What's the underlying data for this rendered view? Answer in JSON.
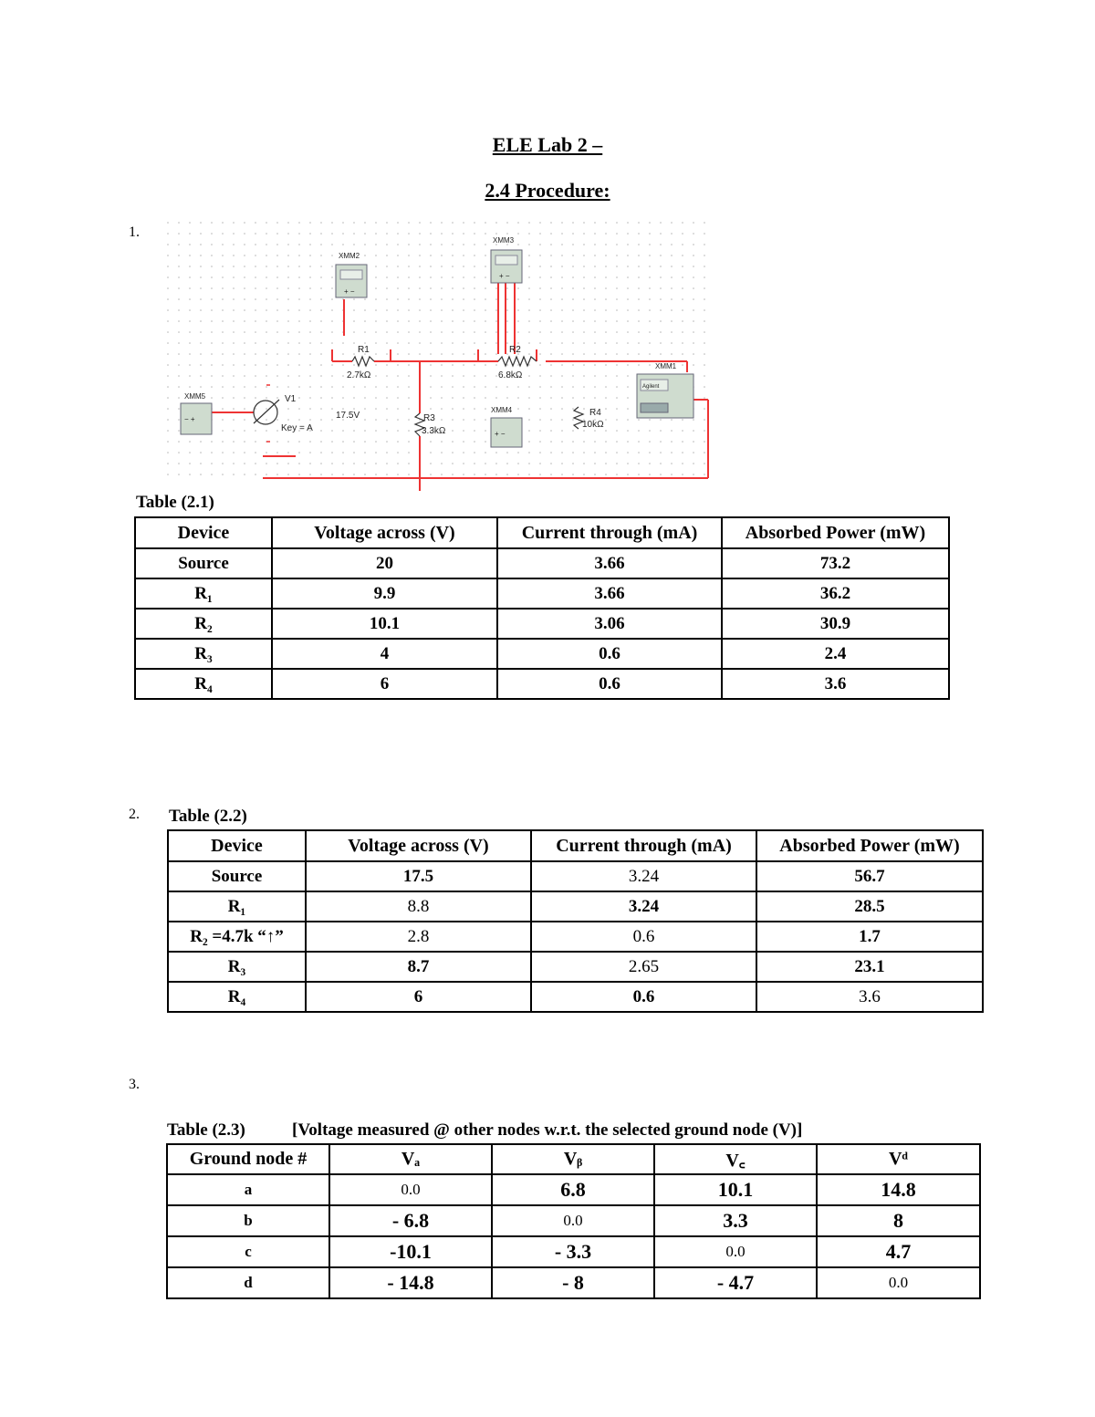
{
  "header": {
    "title": "ELE Lab 2 –",
    "subtitle": "2.4 Procedure:"
  },
  "steps": {
    "one": "1.",
    "two": "2.",
    "three": "3."
  },
  "circuit": {
    "xmm2": "XMM2",
    "xmm3": "XMM3",
    "xmm4": "XMM4",
    "xmm5": "XMM5",
    "xmm1": "XMM1",
    "r1_name": "R1",
    "r1_val": "2.7kΩ",
    "r2_name": "R2",
    "r2_val": "6.8kΩ",
    "r3_name": "R3",
    "r3_val": "3.3kΩ",
    "r4_name": "R4",
    "r4_val": "10kΩ",
    "v1_name": "V1",
    "v1_key": "Key = A",
    "v1_val": "17.5V",
    "agilent": "Agilent"
  },
  "table1": {
    "caption": "Table (2.1)",
    "headers": [
      "Device",
      "Voltage across (V)",
      "Current through (mA)",
      "Absorbed Power (mW)"
    ],
    "rows": [
      [
        "Source",
        "20",
        "3.66",
        "73.2"
      ],
      [
        "R₁",
        "9.9",
        "3.66",
        "36.2"
      ],
      [
        "R₂",
        "10.1",
        "3.06",
        "30.9"
      ],
      [
        "R₃",
        "4",
        "0.6",
        "2.4"
      ],
      [
        "R₄",
        "6",
        "0.6",
        "3.6"
      ]
    ]
  },
  "table2": {
    "caption": "Table (2.2)",
    "headers": [
      "Device",
      "Voltage across (V)",
      "Current through (mA)",
      "Absorbed Power (mW)"
    ],
    "rows": [
      [
        "Source",
        "17.5",
        "3.24",
        "56.7"
      ],
      [
        "R₁",
        "8.8",
        "3.24",
        "28.5"
      ],
      [
        "R₂ =4.7k “↑”",
        "2.8",
        "0.6",
        "1.7"
      ],
      [
        "R₃",
        "8.7",
        "2.65",
        "23.1"
      ],
      [
        "R₄",
        "6",
        "0.6",
        "3.6"
      ]
    ]
  },
  "table3": {
    "caption": "Table (2.3)",
    "note": "[Voltage measured @ other nodes w.r.t. the selected ground node (V)]",
    "headers": [
      "Ground node #",
      "Vₐ",
      "Vᵦ",
      "V꜀",
      "Vᵈ"
    ],
    "rows": [
      [
        "a",
        "0.0",
        "6.8",
        "10.1",
        "14.8"
      ],
      [
        "b",
        "- 6.8",
        "0.0",
        "3.3",
        "8"
      ],
      [
        "c",
        "-10.1",
        "- 3.3",
        "0.0",
        "4.7"
      ],
      [
        "d",
        "- 14.8",
        "- 8",
        "- 4.7",
        "0.0"
      ]
    ]
  }
}
